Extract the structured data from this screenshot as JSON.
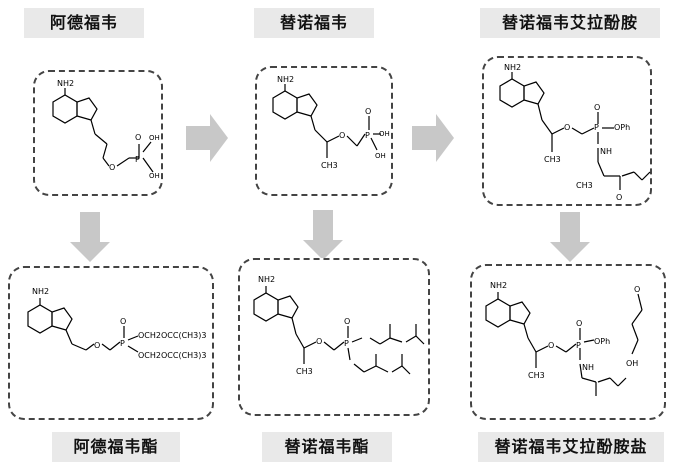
{
  "top_row": {
    "adefovir": "阿德福韦",
    "tenofovir": "替诺福韦",
    "taf": "替诺福韦艾拉酚胺"
  },
  "bottom_row": {
    "adefovir_dipivoxil": "阿德福韦酯",
    "tdf": "替诺福韦酯",
    "taf_fumarate": "替诺福韦艾拉酚胺盐"
  },
  "atoms": {
    "nh2": "NH2",
    "n": "N",
    "o": "O",
    "p": "P",
    "oh": "OH",
    "ch3": "CH3",
    "oph": "OPh",
    "nh": "NH",
    "ch3c": "CH3",
    "ester1": "OCH2OCC(CH3)3",
    "ester2": "OCH2OCC(CH3)3"
  },
  "colors": {
    "arrow": "#c8c8c8",
    "label_bg": "#e9e9e9",
    "border": "#444444"
  }
}
